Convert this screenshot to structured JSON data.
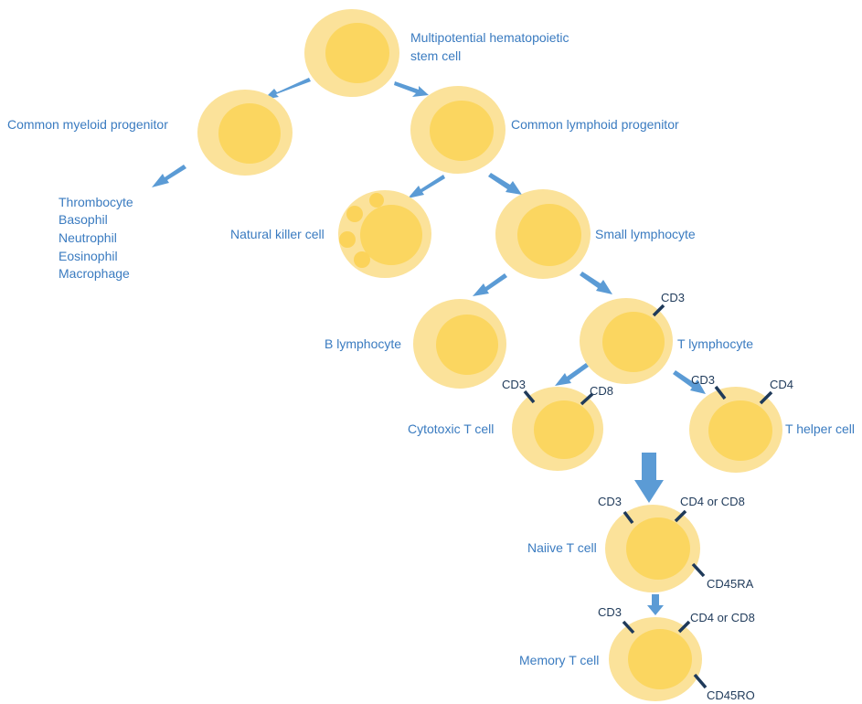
{
  "labels": {
    "stem_cell_line1": "Multipotential hematopoietic",
    "stem_cell_line2": "stem cell",
    "myeloid_progenitor": "Common myeloid progenitor",
    "lymphoid_progenitor": "Common lymphoid progenitor",
    "myeloid_products": [
      "Thrombocyte",
      "Basophil",
      "Neutrophil",
      "Eosinophil",
      "Macrophage"
    ],
    "natural_killer": "Natural killer cell",
    "small_lymphocyte": "Small lymphocyte",
    "b_lymphocyte": "B lymphocyte",
    "t_lymphocyte": "T lymphocyte",
    "cytotoxic_t": "Cytotoxic T cell",
    "t_helper": "T helper cell",
    "naive_t": "Naiive T cell",
    "memory_t": "Memory T cell"
  },
  "markers": {
    "t_lymphocyte_cd3": "CD3",
    "cytotoxic_cd3": "CD3",
    "cytotoxic_cd8": "CD8",
    "helper_cd3": "CD3",
    "helper_cd4": "CD4",
    "naive_cd3": "CD3",
    "naive_cd4_cd8": "CD4 or CD8",
    "naive_cd45": "CD45RA",
    "memory_cd3": "CD3",
    "memory_cd4_cd8": "CD4 or CD8",
    "memory_cd45": "CD45RO"
  },
  "colors": {
    "cell_outer": "#fbe29a",
    "cell_inner": "#fbd660",
    "arrow": "#5b9bd5",
    "label_text": "#3a7bc0",
    "marker_text": "#1f3a5a"
  }
}
